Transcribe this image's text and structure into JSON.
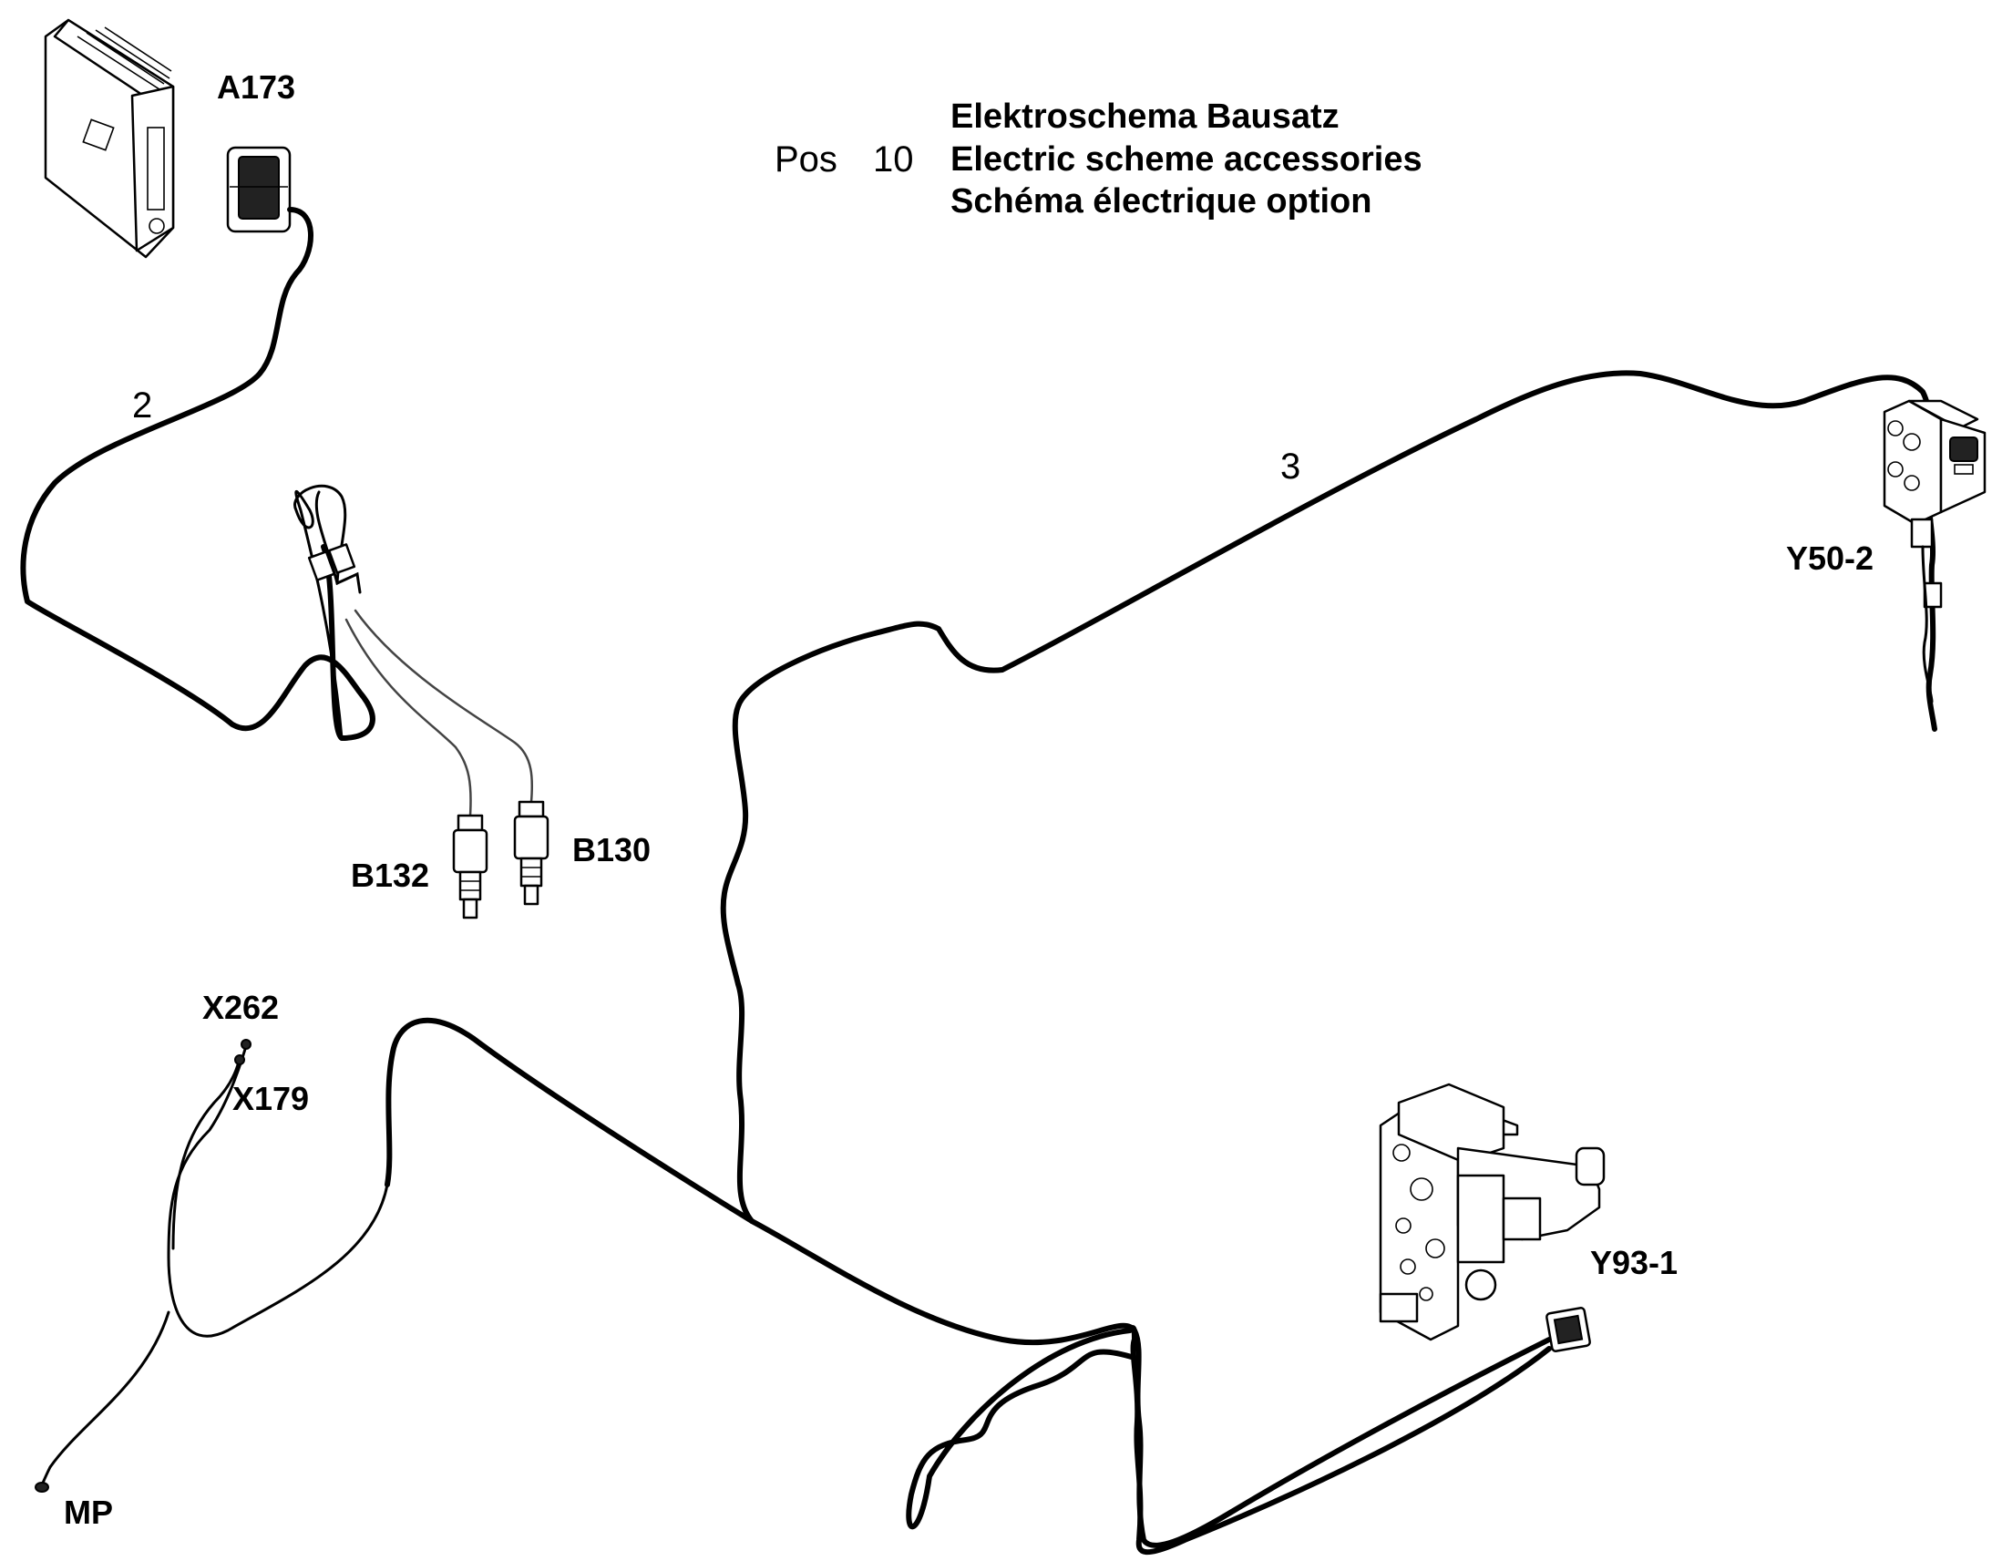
{
  "header": {
    "pos_label": "Pos",
    "pos_number": "10",
    "title_de": "Elektroschema Bausatz",
    "title_en": "Electric scheme accessories",
    "title_fr": "Schéma électrique option"
  },
  "components": {
    "a173": "A173",
    "b132": "B132",
    "b130": "B130",
    "x262": "X262",
    "x179": "X179",
    "mp": "MP",
    "y50_2": "Y50-2",
    "y93_1": "Y93-1"
  },
  "cables": {
    "cable_2": "2",
    "cable_3": "3"
  }
}
